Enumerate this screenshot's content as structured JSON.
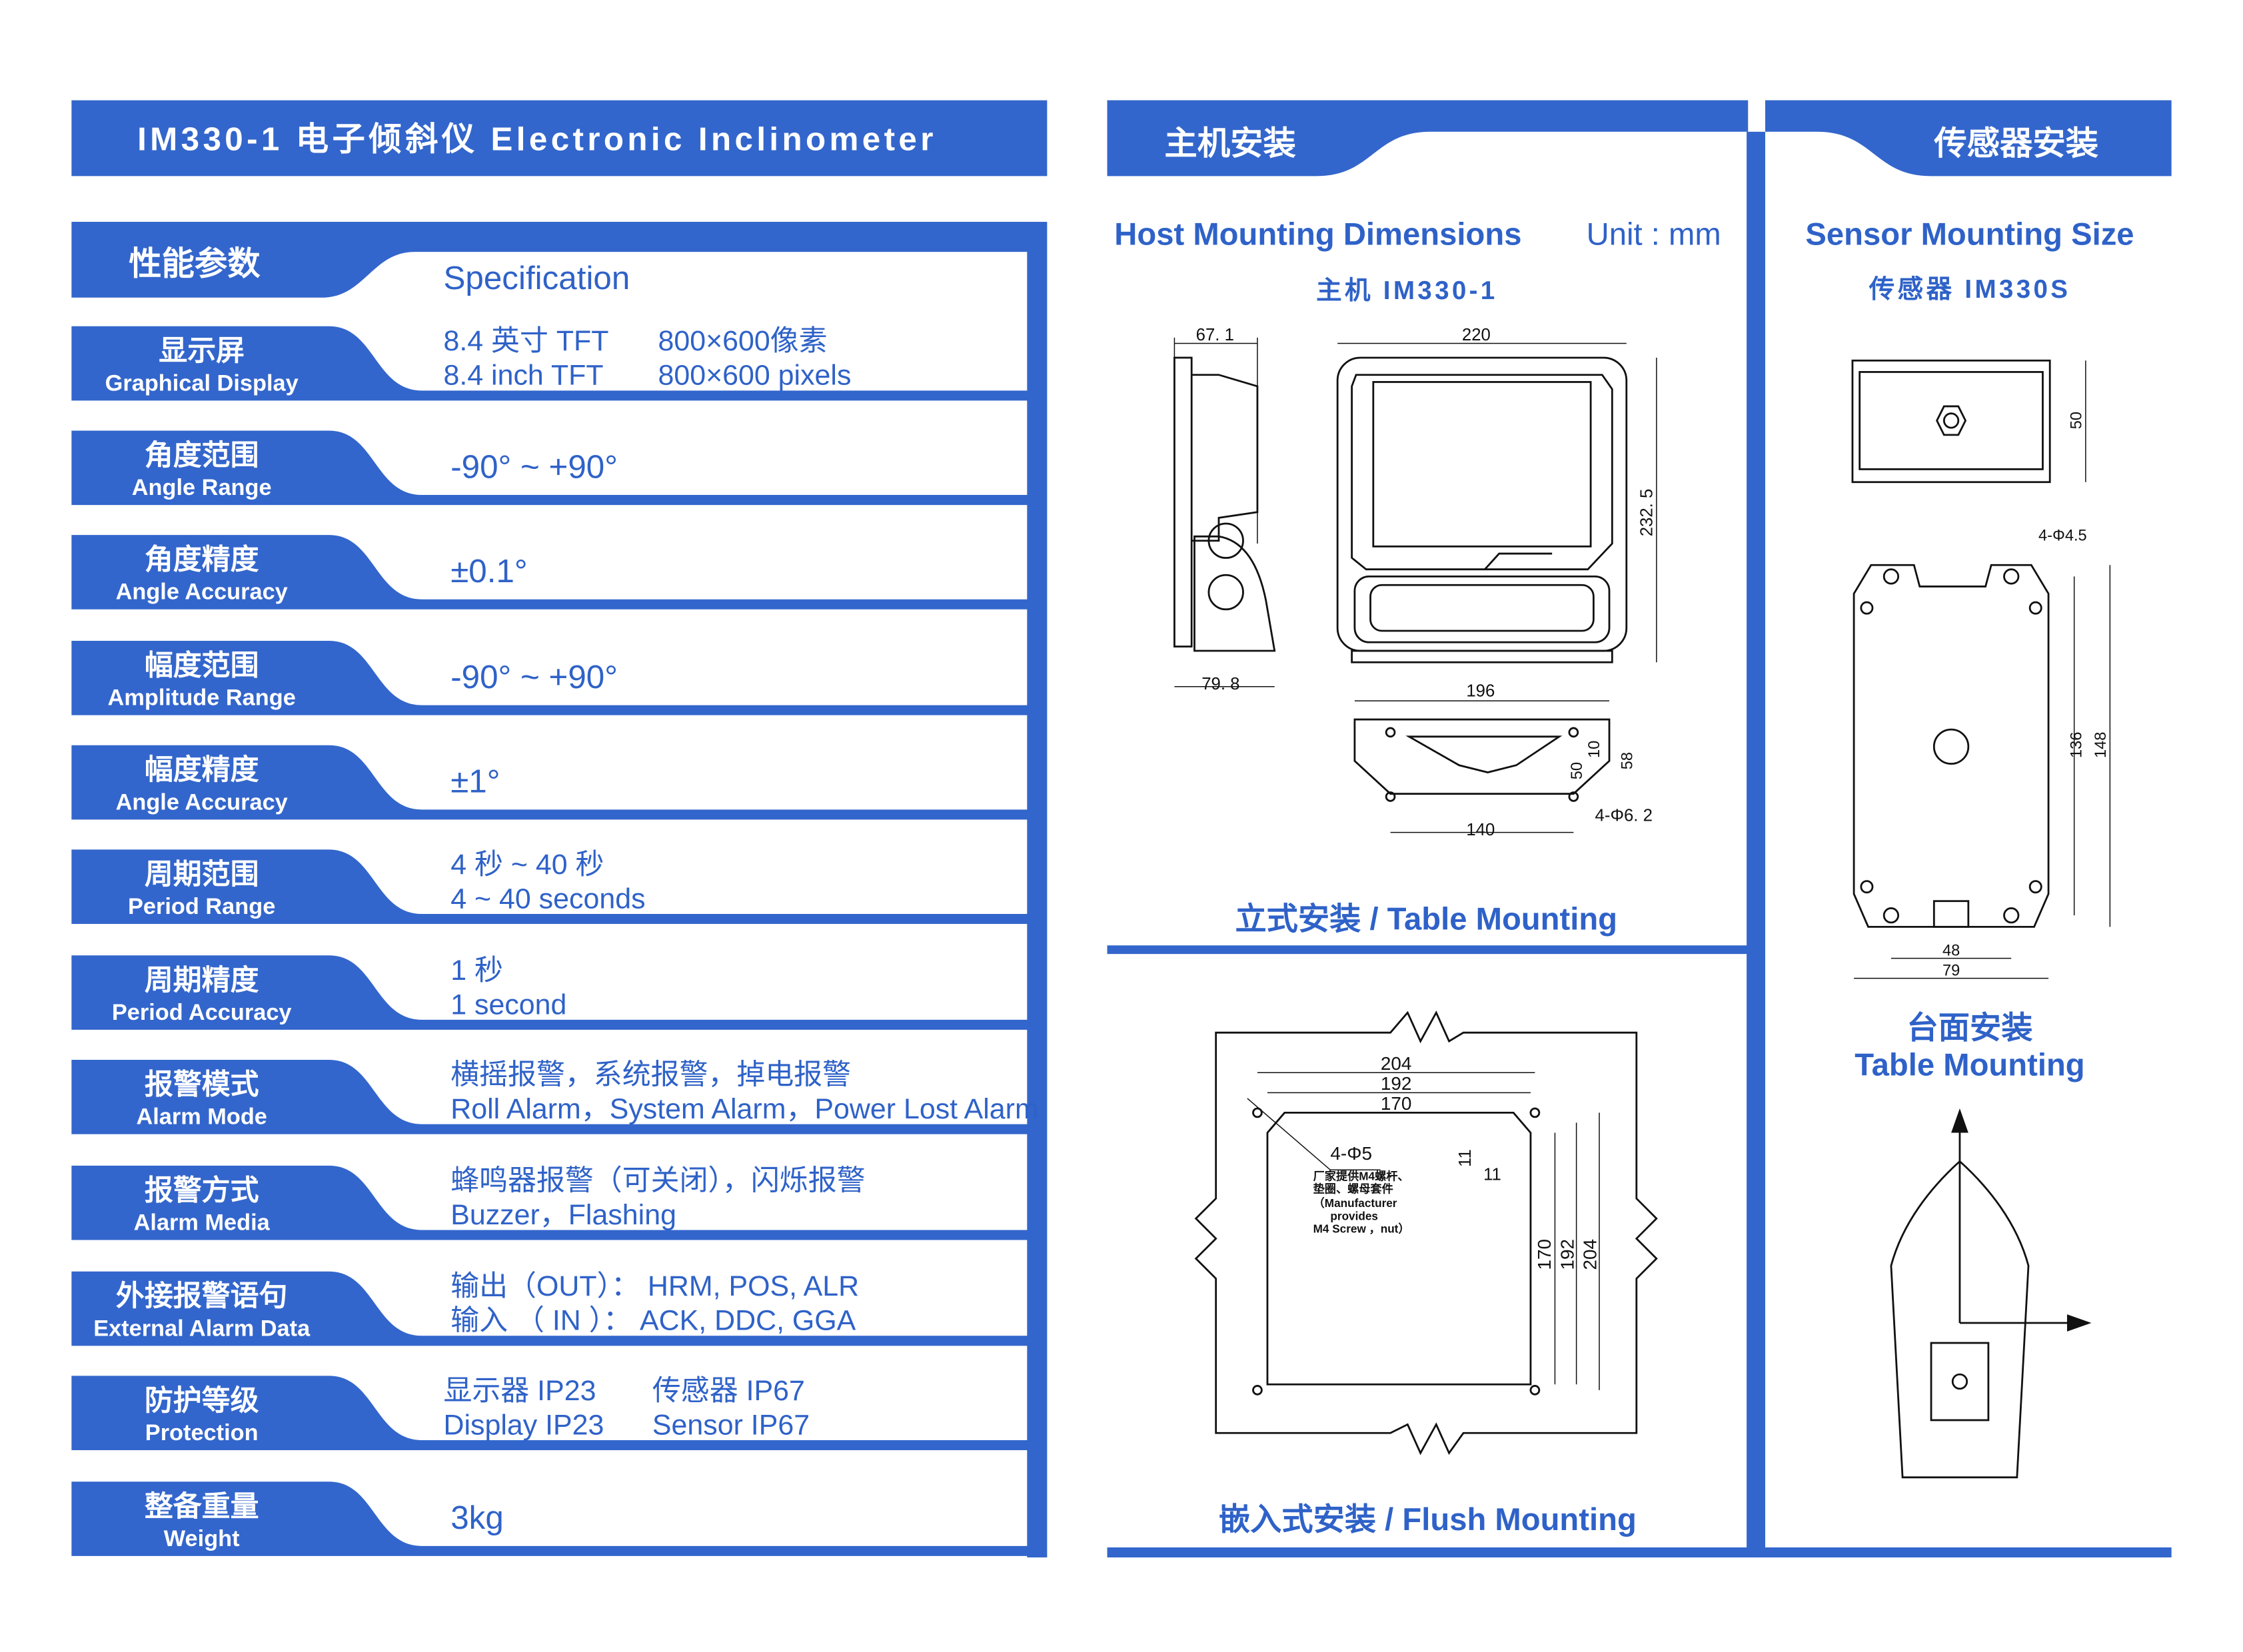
{
  "header": {
    "title": "IM330-1 电子倾斜仪   Electronic Inclinometer",
    "host_section": "主机安装",
    "sensor_section": "传感器安装"
  },
  "spec": {
    "label_cn": "性能参数",
    "label_en": "Specification",
    "rows": [
      {
        "cn": "显示屏",
        "en": "Graphical  Display",
        "l1a": "8.4 英寸 TFT",
        "l1b": "800×600像素",
        "l2a": "8.4  inch  TFT",
        "l2b": "800×600 pixels"
      },
      {
        "cn": "角度范围",
        "en": "Angle Range",
        "l1a": "-90° ~ +90°"
      },
      {
        "cn": "角度精度",
        "en": "Angle Accuracy",
        "l1a": "±0.1°"
      },
      {
        "cn": "幅度范围",
        "en": "Amplitude Range",
        "l1a": "-90° ~ +90°"
      },
      {
        "cn": "幅度精度",
        "en": "Angle Accuracy",
        "l1a": "±1°"
      },
      {
        "cn": "周期范围",
        "en": "Period Range",
        "l1a": "4 秒 ~ 40 秒",
        "l2a": "4  ~ 40 seconds"
      },
      {
        "cn": "周期精度",
        "en": "Period Accuracy",
        "l1a": "1 秒",
        "l2a": "1 second"
      },
      {
        "cn": "报警模式",
        "en": "Alarm Mode",
        "l1a": "横摇报警，系统报警，掉电报警",
        "l2a": "Roll Alarm，System Alarm，Power Lost Alarm"
      },
      {
        "cn": "报警方式",
        "en": "Alarm Media",
        "l1a": "蜂鸣器报警（可关闭），闪烁报警",
        "l2a": "Buzzer，Flashing"
      },
      {
        "cn": "外接报警语句",
        "en": "External Alarm Data",
        "l1a": "输出（OUT）： HRM, POS, ALR",
        "l2a": "输入 （ IN ）： ACK, DDC, GGA"
      },
      {
        "cn": "防护等级",
        "en": "Protection",
        "l1a": "显示器  IP23",
        "l1b": "传感器  IP67",
        "l2a": "Display IP23",
        "l2b": "Sensor IP67"
      },
      {
        "cn": "整备重量",
        "en": "Weight",
        "l1a": "3kg"
      }
    ]
  },
  "host": {
    "title": "Host Mounting Dimensions",
    "unit": "Unit : mm",
    "model": "主机 IM330-1",
    "dims": {
      "side_top": "67. 1",
      "side_bottom": "79. 8",
      "front_width": "220",
      "front_height": "232. 5",
      "bracket_width": "196",
      "bracket_holes": "140",
      "bracket_h1": "10",
      "bracket_h2": "50",
      "bracket_h3": "58",
      "bracket_hole_spec": "4-Φ6. 2"
    },
    "table_mounting": "立式安装 / Table Mounting",
    "flush": {
      "w1": "204",
      "w2": "192",
      "w3": "170",
      "h1": "170",
      "h2": "192",
      "h3": "204",
      "c1": "11",
      "c2": "11",
      "hole_spec": "4-Φ5",
      "note": [
        "厂家提供M4螺杆、",
        "垫圈、螺母套件",
        "（Manufacturer",
        "provides",
        "M4  Screw ，nut）"
      ]
    },
    "flush_mounting": "嵌入式安装 / Flush Mounting"
  },
  "sensor": {
    "title": "Sensor Mounting Size",
    "model": "传感器 IM330S",
    "dims": {
      "top_height": "50",
      "hole_spec": "4-Φ4.5",
      "h1": "136",
      "h2": "148",
      "w1": "48",
      "w2": "79"
    },
    "mounting_cn": "台面安装",
    "mounting_en": "Table Mounting"
  },
  "colors": {
    "brand_blue": "#3366cc",
    "text_blue": "#2f62c8"
  }
}
